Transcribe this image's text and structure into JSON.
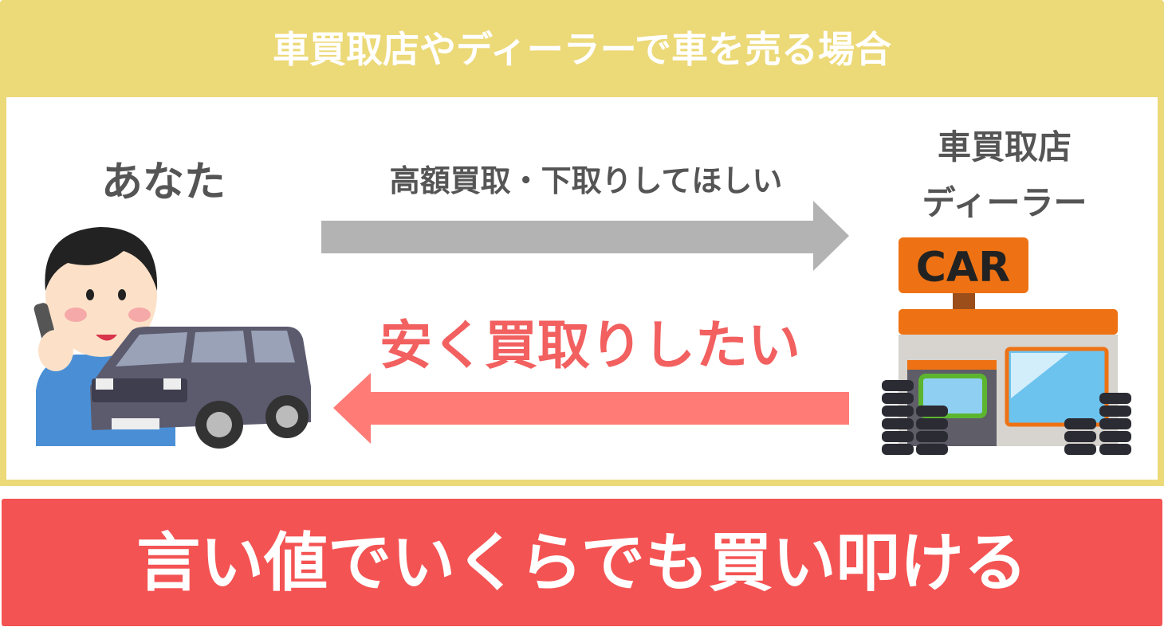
{
  "header": {
    "title": "車買取店やディーラーで車を売る場合"
  },
  "left": {
    "label": "あなた"
  },
  "right": {
    "line1": "車買取店",
    "line2": "ディーラー",
    "sign": "CAR"
  },
  "arrows": {
    "to_shop": {
      "label": "高額買取・下取りしてほしい",
      "color": "#B3B3B3"
    },
    "to_you": {
      "label": "安く買取りしたい",
      "color": "#FF7B76"
    }
  },
  "footer": {
    "message": "言い値でいくらでも買い叩ける"
  },
  "colors": {
    "header": "#ECD978",
    "footer": "#F45353",
    "accent_text": "#F26060"
  }
}
